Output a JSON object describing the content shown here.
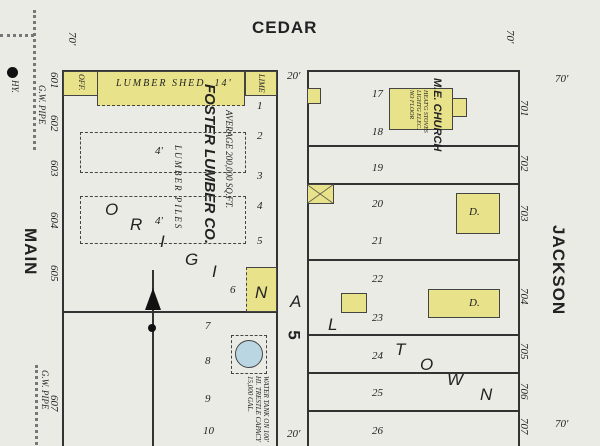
{
  "streets": {
    "top": "CEDAR",
    "left": "MAIN",
    "right": "JACKSON"
  },
  "block_number": "5",
  "addition": [
    "O",
    "R",
    "I",
    "G",
    "I",
    "N",
    "A",
    "L",
    "T",
    "O",
    "W",
    "N"
  ],
  "widths": {
    "top_left": "70'",
    "top_right_a": "70'",
    "top_right_b": "70'",
    "bottom_right": "70'",
    "lot_depth_top": "20'",
    "lot_depth_bottom": "20'"
  },
  "left_block": {
    "company": "FOSTER LUMBER CO.",
    "note": "AVERAGE 200,000 SQ.FT.",
    "shed": "LUMBER SHED. 14'",
    "off": "OFF.",
    "lime": "LIME",
    "piles": "LUMBER PILES",
    "pile_height": "4'",
    "piles2_height": "4'",
    "lots": [
      "1",
      "2",
      "3",
      "4",
      "5",
      "6",
      "7",
      "8",
      "9",
      "10"
    ],
    "addresses": [
      "601",
      "602",
      "603",
      "604",
      "605",
      "607"
    ],
    "water_tank": "WATER TANK ON 100' HI. TRESTLE CAPACY 15,000 GAL.",
    "gw_pipe": "G.W. PIPE",
    "gw_pipe2": "G.W. PIPE",
    "hyd": "HY."
  },
  "right_block": {
    "church": "M.E. CHURCH",
    "church_note": "HEAT'G STOVES LIGHTG ELEC. NO FLOOR",
    "dwelling": "D.",
    "lots": [
      "17",
      "18",
      "19",
      "20",
      "21",
      "22",
      "23",
      "24",
      "25",
      "26"
    ],
    "addresses": [
      "701",
      "702",
      "703",
      "704",
      "705",
      "706",
      "707"
    ]
  }
}
